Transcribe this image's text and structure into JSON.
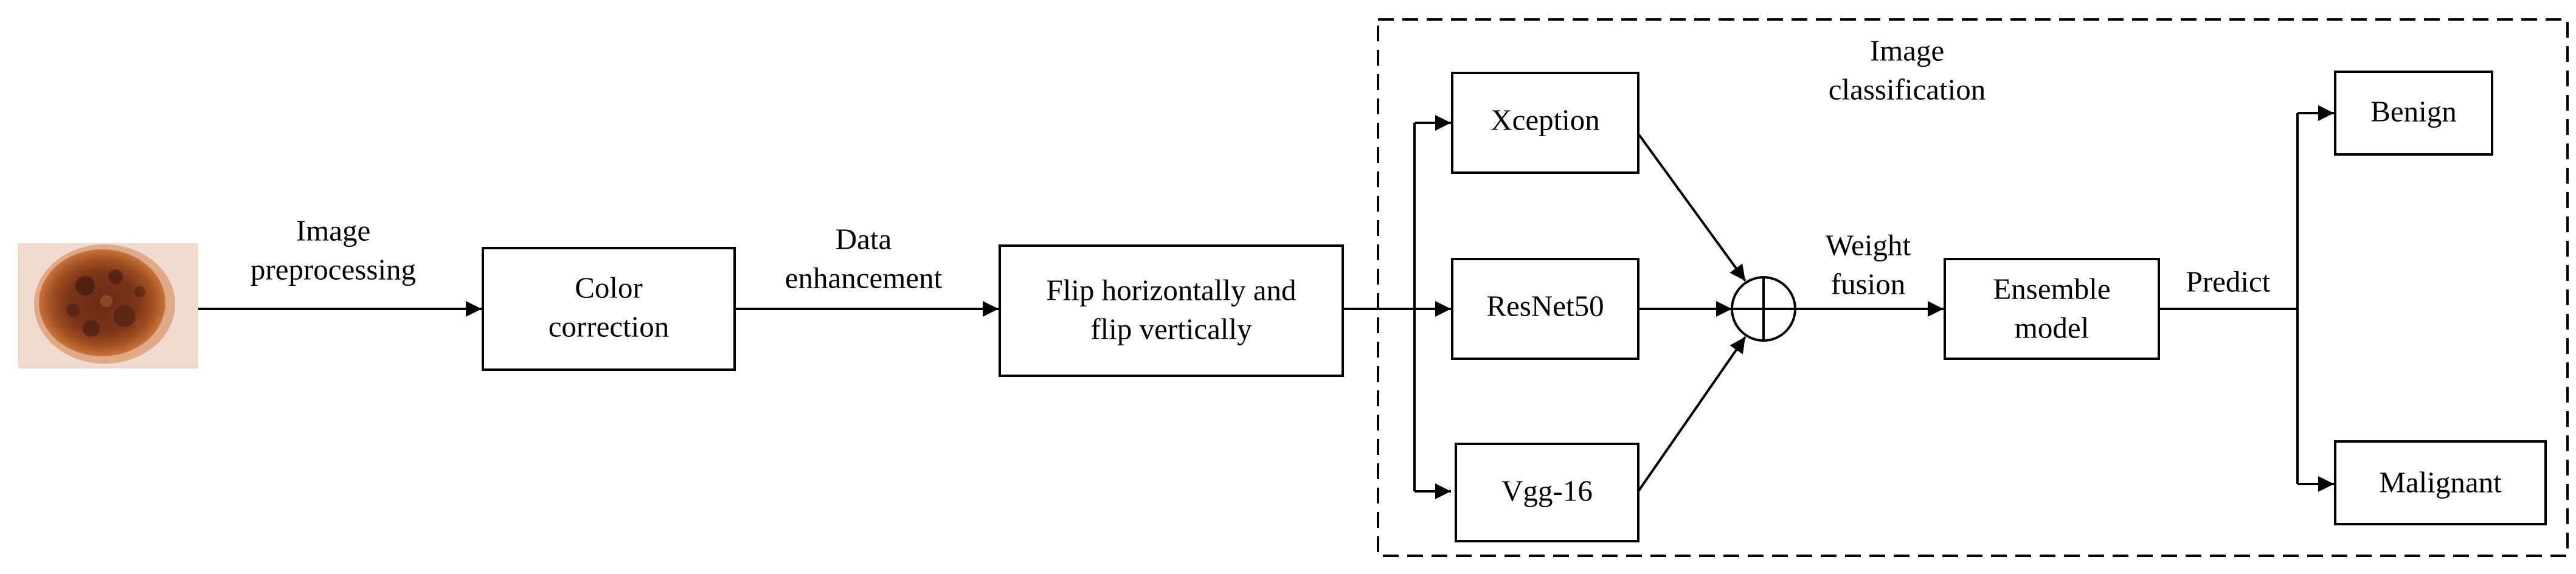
{
  "nodes": {
    "color_correction": {
      "line1": "Color",
      "line2": "correction"
    },
    "flip": {
      "line1": "Flip horizontally and",
      "line2": "flip vertically"
    },
    "xception": {
      "label": "Xception"
    },
    "resnet50": {
      "label": "ResNet50"
    },
    "vgg16": {
      "label": "Vgg-16"
    },
    "ensemble": {
      "line1": "Ensemble",
      "line2": "model"
    },
    "benign": {
      "label": "Benign"
    },
    "malignant": {
      "label": "Malignant"
    }
  },
  "edge_labels": {
    "preprocessing": {
      "line1": "Image",
      "line2": "preprocessing"
    },
    "enhancement": {
      "line1": "Data",
      "line2": "enhancement"
    },
    "fusion": {
      "line1": "Weight",
      "line2": "fusion"
    },
    "predict": {
      "label": "Predict"
    }
  },
  "region": {
    "line1": "Image",
    "line2": "classification"
  },
  "thumbnail": {
    "alt": "skin lesion image"
  }
}
